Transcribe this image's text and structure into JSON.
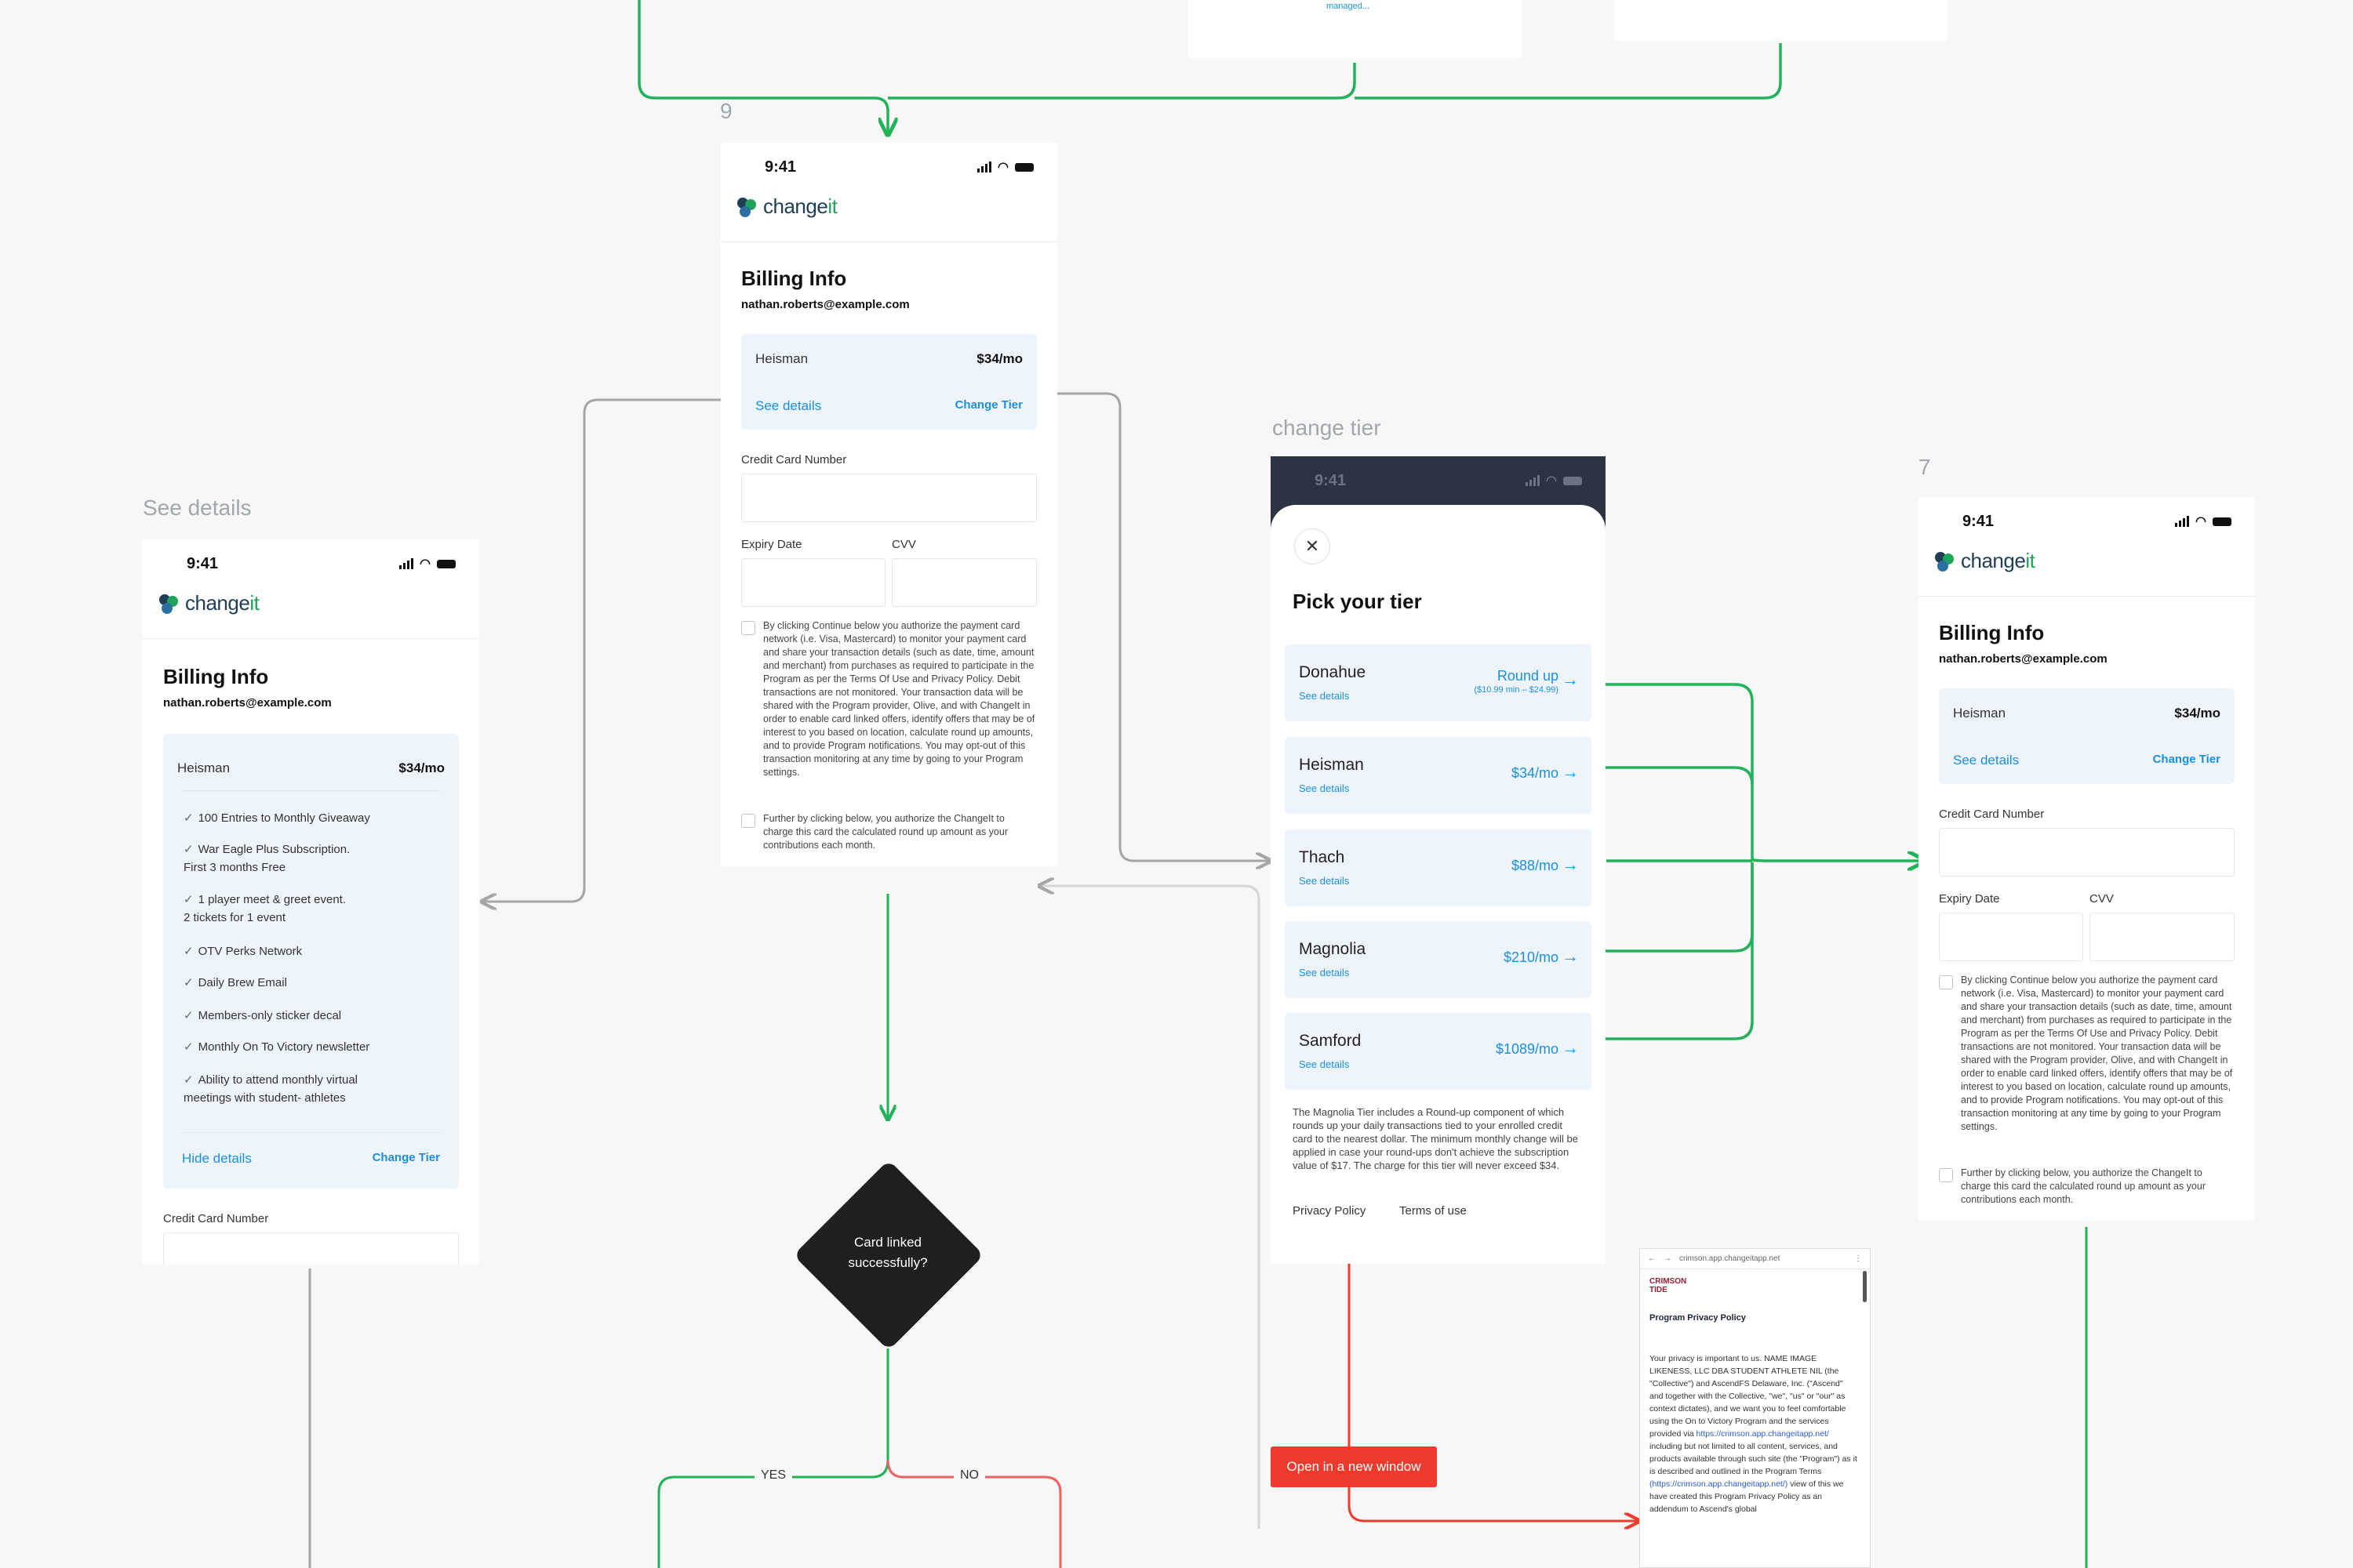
{
  "frame_labels": {
    "see_details": "See details",
    "main": "9",
    "change_tier": "change tier",
    "right": "7"
  },
  "status": {
    "time": "9:41"
  },
  "brand": {
    "name_a": "change",
    "name_b": "it"
  },
  "billing": {
    "title": "Billing Info",
    "email": "nathan.roberts@example.com",
    "tier_name": "Heisman",
    "tier_price": "$34/mo",
    "see_details": "See details",
    "hide_details": "Hide details",
    "change_tier": "Change Tier",
    "cc_label": "Credit Card Number",
    "expiry_label": "Expiry Date",
    "cvv_label": "CVV",
    "consent1": "By clicking Continue below you authorize the payment card network (i.e. Visa, Mastercard) to monitor your payment card and share your transaction details (such as date, time, amount and merchant) from purchases as required to participate in the Program as per the Terms Of Use and Privacy Policy. Debit transactions are not monitored. Your transaction data will be shared with the Program provider, Olive, and with ChangeIt in order to enable card linked offers, identify offers that may be of interest to you based on location, calculate round up amounts, and to provide Program notifications. You may opt-out of this transaction monitoring at any time by going to your Program settings.",
    "consent2": "Further by clicking below, you authorize the ChangeIt to charge this card the calculated round up amount as your contributions each month.",
    "features": [
      "100 Entries to Monthly Giveaway",
      "War Eagle Plus Subscription.\nFirst 3 months Free",
      "1 player meet & greet event.\n2 tickets for 1 event",
      "OTV Perks Network",
      "Daily Brew Email",
      "Members-only sticker decal",
      "Monthly On To Victory newsletter",
      "Ability to attend monthly virtual\nmeetings with student- athletes"
    ]
  },
  "decision": {
    "line1": "Card linked",
    "line2": "successfully?",
    "yes": "YES",
    "no": "NO"
  },
  "tiers": {
    "title": "Pick your tier",
    "close": "✕",
    "see_details": "See details",
    "items": [
      {
        "name": "Donahue",
        "price": "Round up",
        "sub": "($10.99 min – $24.99)"
      },
      {
        "name": "Heisman",
        "price": "$34/mo",
        "sub": ""
      },
      {
        "name": "Thach",
        "price": "$88/mo",
        "sub": ""
      },
      {
        "name": "Magnolia",
        "price": "$210/mo",
        "sub": ""
      },
      {
        "name": "Samford",
        "price": "$1089/mo",
        "sub": ""
      }
    ],
    "note": "The Magnolia Tier includes a Round-up component of which rounds up your daily transactions tied to your enrolled credit card to the nearest dollar. The minimum monthly change will be applied in case your round-ups don't achieve the subscription value of $17. The charge for this tier will never exceed $34.",
    "privacy": "Privacy Policy",
    "terms": "Terms of use"
  },
  "open_window": "Open in a new window",
  "top_card_text": "managed...",
  "privacy_page": {
    "url": "crimson.app.changeitapp.net",
    "logo": "CRIMSON TIDE",
    "title": "Program Privacy Policy",
    "body": "Your privacy is important to us. NAME IMAGE LIKENESS, LLC DBA STUDENT ATHLETE NIL (the \"Collective\") and AscendFS Delaware, Inc. (\"Ascend\" and together with the Collective, \"we\", \"us\" or \"our\" as context dictates), and we want you to feel comfortable using the On to Victory Program and the services provided via",
    "link": "https://crimson.app.changeitapp.net/",
    "body2": "including but not limited to all content, services, and products available through such site (the \"Program\") as it is described and outlined in the Program Terms",
    "link2": "(https://crimson.app.changeitapp.net/)",
    "body3": "view of this we have created this Program Privacy Policy as an addendum to Ascend's global"
  }
}
